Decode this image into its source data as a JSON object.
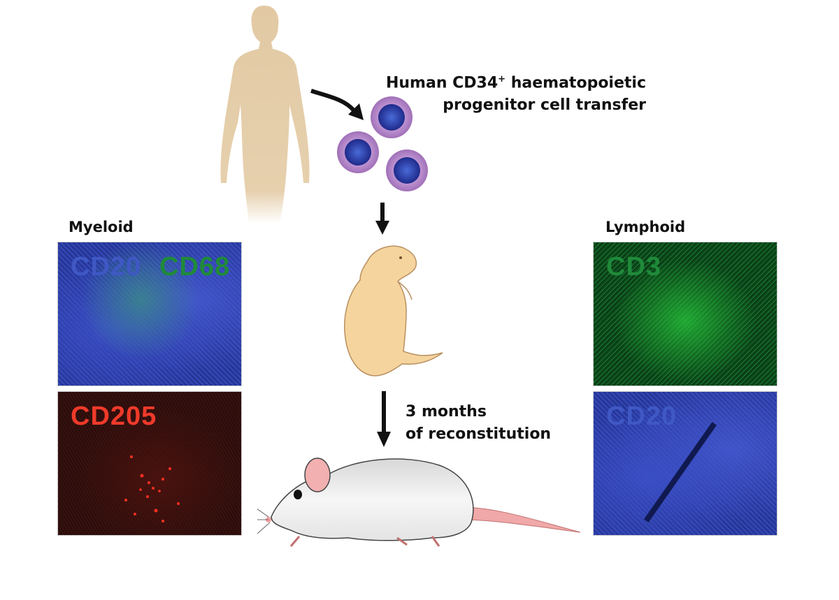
{
  "caption": {
    "line1_prefix": "Human CD34",
    "line1_sup": "+",
    "line1_suffix": " haematopoietic",
    "line2": "progenitor cell transfer"
  },
  "reconstitution": {
    "line1": "3 months",
    "line2": "of reconstitution"
  },
  "myeloid": {
    "title": "Myeloid",
    "panel1_marker_a": "CD20",
    "panel1_marker_b": "CD68",
    "panel2_marker": "CD205"
  },
  "lymphoid": {
    "title": "Lymphoid",
    "panel1_marker": "CD3",
    "panel2_marker": "CD20"
  },
  "colors": {
    "cd20": "#3f58c4",
    "cd68": "#1f8a3a",
    "cd205": "#f03a2a",
    "cd3": "#1f8a3a",
    "skin": "#e2c9a4"
  }
}
